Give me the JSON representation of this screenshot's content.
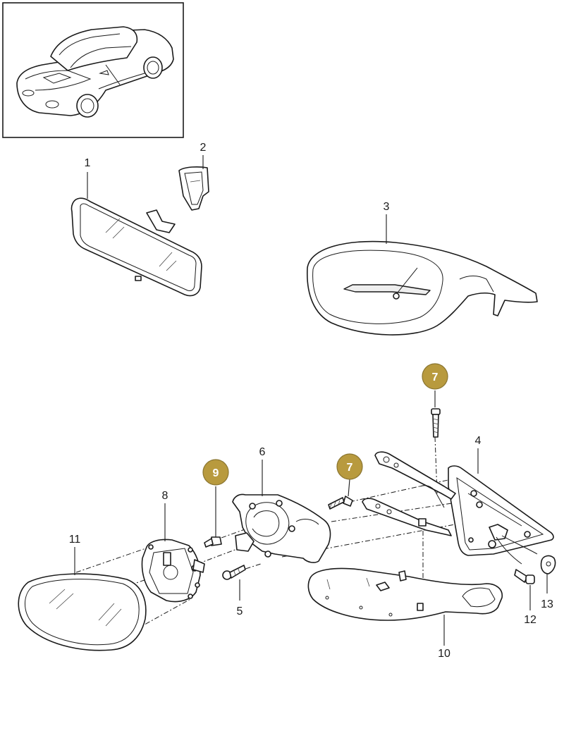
{
  "colors": {
    "badge_fill": "#b89a3e",
    "badge_stroke": "#8a7530",
    "line": "#1a1a1a"
  },
  "callouts": {
    "c1": "1",
    "c2": "2",
    "c3": "3",
    "c4": "4",
    "c5": "5",
    "c6": "6",
    "c7a": "7",
    "c7b": "7",
    "c8": "8",
    "c9": "9",
    "c10": "10",
    "c11": "11",
    "c12": "12",
    "c13": "13"
  },
  "icons": [
    "car-thumbnail-icon",
    "rearview-mirror-icon",
    "mirror-mount-icon",
    "mirror-housing-icon",
    "mirror-base-icon",
    "screw-icon",
    "adjuster-bracket-icon",
    "mirror-motor-plate-icon",
    "mirror-glass-icon",
    "mirror-cover-icon",
    "rubber-plug-icon"
  ]
}
